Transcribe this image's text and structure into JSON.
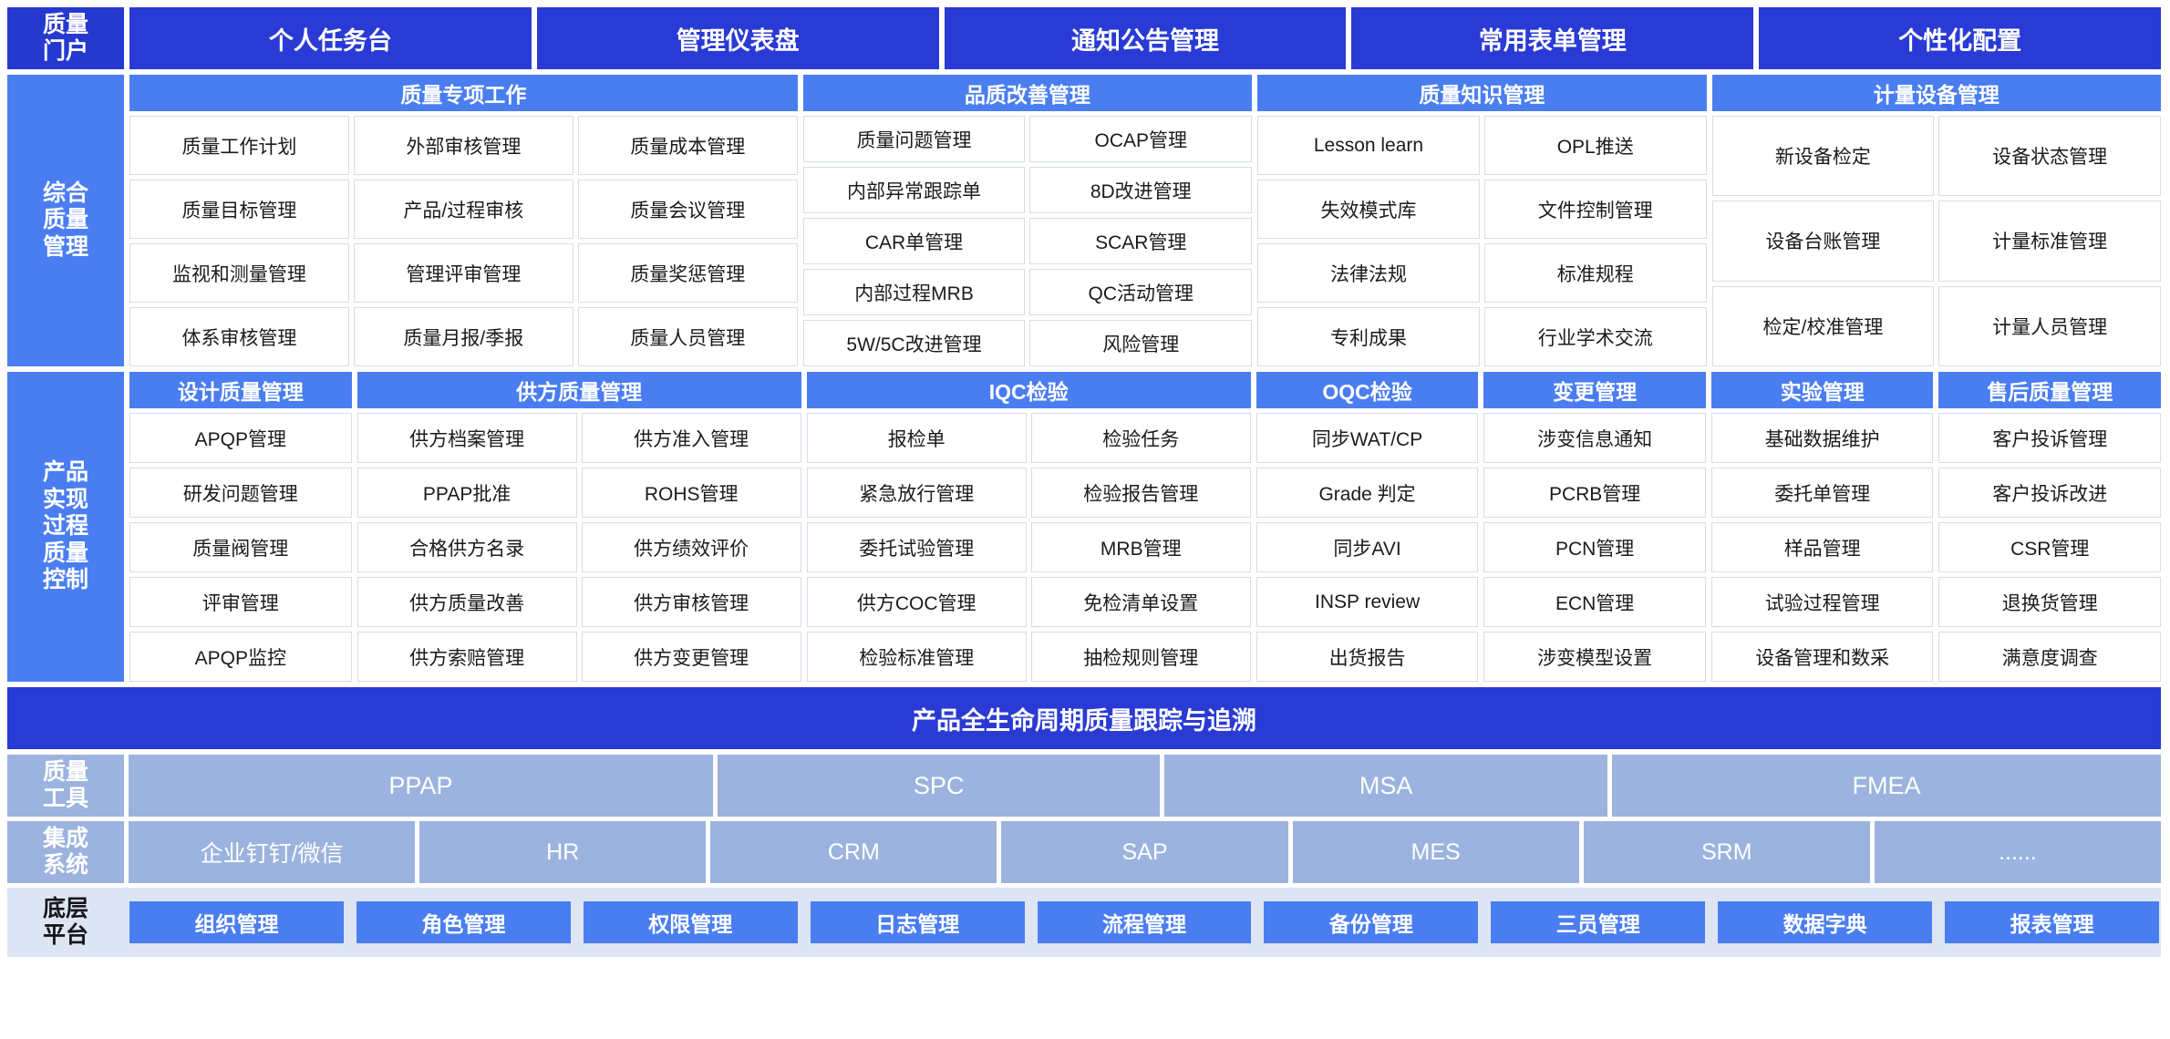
{
  "portal": {
    "label": "质量\n门户",
    "items": [
      {
        "label": "个人任务台"
      },
      {
        "label": "管理仪表盘"
      },
      {
        "label": "通知公告管理"
      },
      {
        "label": "常用表单管理"
      },
      {
        "label": "个性化配置"
      }
    ]
  },
  "comprehensive": {
    "label": "综合\n质量\n管理",
    "groups": [
      {
        "title": "质量专项工作",
        "flex": 305,
        "columns": [
          [
            "质量工作计划",
            "质量目标管理",
            "监视和测量管理",
            "体系审核管理"
          ],
          [
            "外部审核管理",
            "产品/过程审核",
            "管理评审管理",
            "质量月报/季报"
          ],
          [
            "质量成本管理",
            "质量会议管理",
            "质量奖惩管理",
            "质量人员管理"
          ]
        ]
      },
      {
        "title": "品质改善管理",
        "flex": 205,
        "columns": [
          [
            "质量问题管理",
            "内部异常跟踪单",
            "CAR单管理",
            "内部过程MRB",
            "5W/5C改进管理"
          ],
          [
            "OCAP管理",
            "8D改进管理",
            "SCAR管理",
            "QC活动管理",
            "风险管理"
          ]
        ]
      },
      {
        "title": "质量知识管理",
        "flex": 205,
        "columns": [
          [
            "Lesson learn",
            "失效模式库",
            "法律法规",
            "专利成果"
          ],
          [
            "OPL推送",
            "文件控制管理",
            "标准规程",
            "行业学术交流"
          ]
        ]
      },
      {
        "title": "计量设备管理",
        "flex": 205,
        "columns": [
          [
            "新设备检定",
            "设备台账管理",
            "检定/校准管理"
          ],
          [
            "设备状态管理",
            "计量标准管理",
            "计量人员管理"
          ]
        ]
      }
    ]
  },
  "product": {
    "label": "产品\n实现\n过程\n质量\n控制",
    "groups": [
      {
        "title": "设计质量管理",
        "flex": 100,
        "columns": [
          [
            "APQP管理",
            "研发问题管理",
            "质量阀管理",
            "评审管理",
            "APQP监控"
          ]
        ]
      },
      {
        "title": "供方质量管理",
        "flex": 200,
        "columns": [
          [
            "供方档案管理",
            "PPAP批准",
            "合格供方名录",
            "供方质量改善",
            "供方索赔管理"
          ],
          [
            "供方准入管理",
            "ROHS管理",
            "供方绩效评价",
            "供方审核管理",
            "供方变更管理"
          ]
        ]
      },
      {
        "title": "IQC检验",
        "flex": 200,
        "columns": [
          [
            "报检单",
            "紧急放行管理",
            "委托试验管理",
            "供方COC管理",
            "检验标准管理"
          ],
          [
            "检验任务",
            "检验报告管理",
            "MRB管理",
            "免检清单设置",
            "抽检规则管理"
          ]
        ]
      },
      {
        "title": "OQC检验",
        "flex": 100,
        "columns": [
          [
            "同步WAT/CP",
            "Grade 判定",
            "同步AVI",
            "INSP review",
            "出货报告"
          ]
        ]
      },
      {
        "title": "变更管理",
        "flex": 100,
        "columns": [
          [
            "涉变信息通知",
            "PCRB管理",
            "PCN管理",
            "ECN管理",
            "涉变模型设置"
          ]
        ]
      },
      {
        "title": "实验管理",
        "flex": 100,
        "columns": [
          [
            "基础数据维护",
            "委托单管理",
            "样品管理",
            "试验过程管理",
            "设备管理和数采"
          ]
        ]
      },
      {
        "title": "售后质量管理",
        "flex": 100,
        "columns": [
          [
            "客户投诉管理",
            "客户投诉改进",
            "CSR管理",
            "退换货管理",
            "满意度调查"
          ]
        ]
      }
    ]
  },
  "lifecycle": {
    "title": "产品全生命周期质量跟踪与追溯"
  },
  "tools": {
    "label": "质量\n工具",
    "items": [
      {
        "label": "PPAP",
        "flex": 330
      },
      {
        "label": "SPC",
        "flex": 250
      },
      {
        "label": "MSA",
        "flex": 250
      },
      {
        "label": "FMEA",
        "flex": 310
      }
    ]
  },
  "integration": {
    "label": "集成\n系统",
    "items": [
      {
        "label": "企业钉钉/微信",
        "flex": 155
      },
      {
        "label": "HR",
        "flex": 155
      },
      {
        "label": "CRM",
        "flex": 155
      },
      {
        "label": "SAP",
        "flex": 155
      },
      {
        "label": "MES",
        "flex": 155
      },
      {
        "label": "SRM",
        "flex": 155
      },
      {
        "label": "......",
        "flex": 155
      }
    ]
  },
  "platform": {
    "label": "底层\n平台",
    "items": [
      {
        "label": "组织管理"
      },
      {
        "label": "角色管理"
      },
      {
        "label": "权限管理"
      },
      {
        "label": "日志管理"
      },
      {
        "label": "流程管理"
      },
      {
        "label": "备份管理"
      },
      {
        "label": "三员管理"
      },
      {
        "label": "数据字典"
      },
      {
        "label": "报表管理"
      }
    ]
  },
  "colors": {
    "portal_dark": "#2a3ad4",
    "header_blue": "#4a7ef0",
    "tool_blue": "#9bb3de",
    "platform_bg": "#dde5f5",
    "cell_border": "#d8dde6"
  }
}
